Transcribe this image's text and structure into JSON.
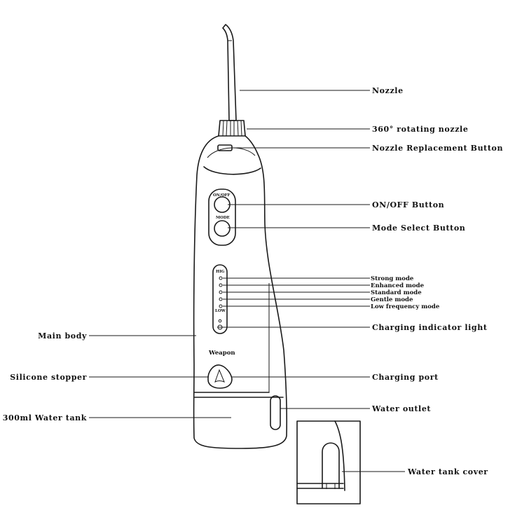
{
  "diagram": {
    "device_labels": {
      "power_button": "ON/OFF",
      "mode_button": "MODE",
      "high": "HIG",
      "low": "LOW",
      "brand": "Weapon"
    },
    "callouts": {
      "nozzle": "Nozzle",
      "rotating_nozzle": "360° rotating nozzle",
      "nozzle_replacement_button": "Nozzle Replacement Button",
      "on_off_button": "ON/OFF Button",
      "mode_select_button": "Mode Select Button",
      "strong_mode": "Strong mode",
      "enhanced_mode": "Enhanced mode",
      "standard_mode": "Standard mode",
      "gentle_mode": "Gentle mode",
      "low_frequency_mode": "Low frequency mode",
      "charging_indicator_light": "Charging indicator light",
      "main_body": "Main body",
      "silicone_stopper": "Silicone stopper",
      "charging_port": "Charging port",
      "water_tank": "300ml Water tank",
      "water_outlet": "Water outlet",
      "water_tank_cover": "Water tank cover"
    }
  }
}
